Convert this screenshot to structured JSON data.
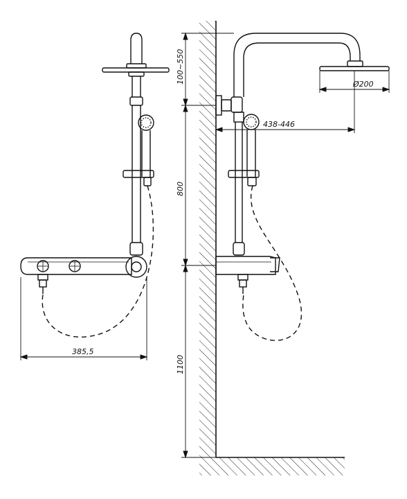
{
  "labels": {
    "rain_offset": "100~550",
    "riser_height": "800",
    "arm_reach": "438-446",
    "head_diameter": "Ø200",
    "mount_height": "1100",
    "mixer_width": "385,5"
  },
  "icons": {
    "wall": "wall-hatching",
    "floor": "floor-hatching"
  },
  "colors": {
    "line": "#111111",
    "background": "#ffffff"
  }
}
